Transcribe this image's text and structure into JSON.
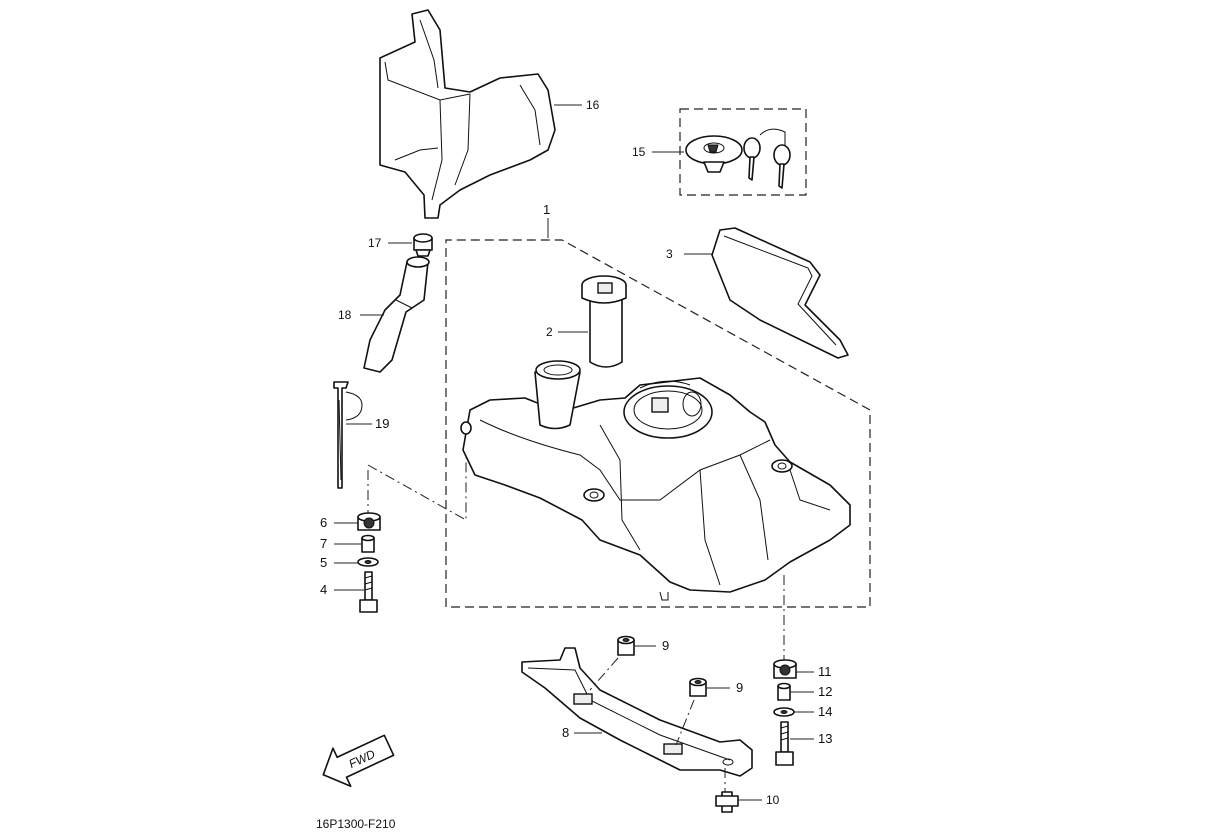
{
  "diagram_code": "16P1300-F210",
  "fwd_label": "FWD",
  "callouts": {
    "c1": "1",
    "c2": "2",
    "c3": "3",
    "c4": "4",
    "c5": "5",
    "c6": "6",
    "c7": "7",
    "c8": "8",
    "c9a": "9",
    "c9b": "9",
    "c10": "10",
    "c11": "11",
    "c12": "12",
    "c13": "13",
    "c14": "14",
    "c15": "15",
    "c16": "16",
    "c17": "17",
    "c18": "18",
    "c19": "19"
  }
}
